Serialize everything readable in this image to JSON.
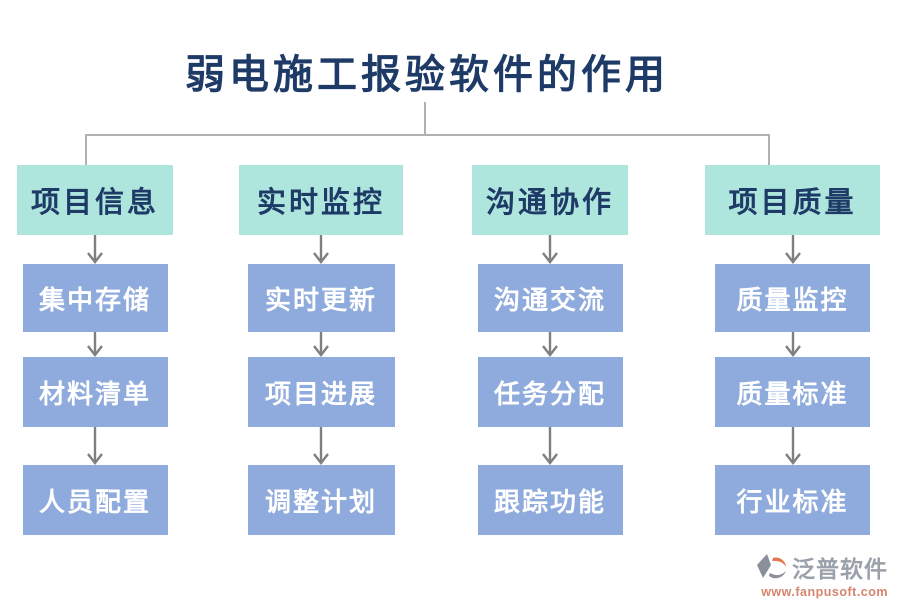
{
  "title": "弱电施工报验软件的作用",
  "columns": [
    {
      "header": "项目信息",
      "items": [
        "集中存储",
        "材料清单",
        "人员配置"
      ]
    },
    {
      "header": "实时监控",
      "items": [
        "实时更新",
        "项目进展",
        "调整计划"
      ]
    },
    {
      "header": "沟通协作",
      "items": [
        "沟通交流",
        "任务分配",
        "跟踪功能"
      ]
    },
    {
      "header": "项目质量",
      "items": [
        "质量监控",
        "质量标准",
        "行业标准"
      ]
    }
  ],
  "logo": {
    "name": "泛普软件",
    "url": "www.fanpusoft.com"
  },
  "colors": {
    "title_text": "#1e3a66",
    "header_bg": "#aee6dd",
    "item_bg": "#8faadc",
    "item_text": "#ffffff",
    "connector": "#b1b1b1",
    "arrow": "#7f7f7f",
    "logo_text": "#9aa1aa",
    "logo_url": "#d4846f",
    "logo_gray": "#8a8f99",
    "logo_orange": "#e2764e"
  }
}
